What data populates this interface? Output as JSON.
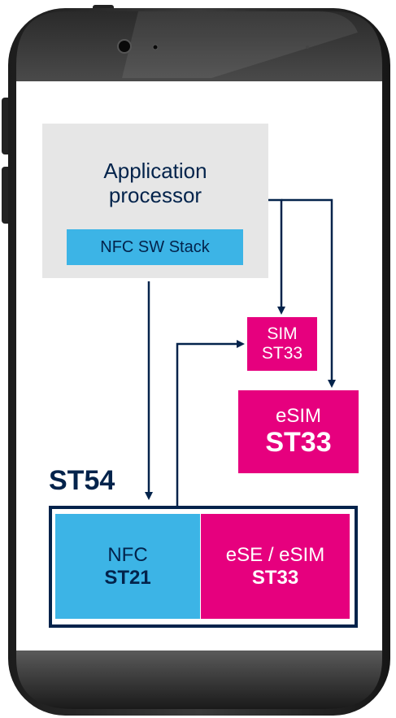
{
  "application_processor": {
    "label_line1": "Application",
    "label_line2": "processor",
    "nfc_sw_stack": "NFC SW Stack"
  },
  "sim": {
    "line1": "SIM",
    "line2": "ST33"
  },
  "esim": {
    "line1": "eSIM",
    "line2": "ST33"
  },
  "st54": {
    "label": "ST54",
    "nfc": {
      "line1": "NFC",
      "line2": "ST21"
    },
    "ese": {
      "line1": "eSE / eSIM",
      "line2": "ST33"
    }
  },
  "colors": {
    "navy": "#03234b",
    "st_blue": "#3cb4e6",
    "st_pink": "#e6007e",
    "light_grey": "#e6e6e6"
  }
}
